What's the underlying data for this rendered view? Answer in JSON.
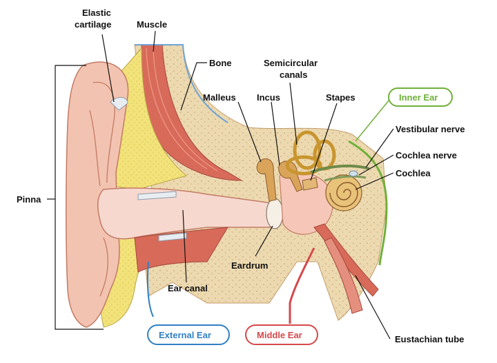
{
  "labels": {
    "elastic_cartilage_line1": "Elastic",
    "elastic_cartilage_line2": "cartilage",
    "muscle": "Muscle",
    "bone": "Bone",
    "semicircular_line1": "Semicircular",
    "semicircular_line2": "canals",
    "malleus": "Malleus",
    "incus": "Incus",
    "stapes": "Stapes",
    "inner_ear": "Inner Ear",
    "vestibular_nerve": "Vestibular nerve",
    "cochlea_nerve": "Cochlea nerve",
    "cochlea": "Cochlea",
    "pinna": "Pinna",
    "eardrum": "Eardrum",
    "ear_canal": "Ear canal",
    "external_ear": "External Ear",
    "middle_ear": "Middle Ear",
    "eustachian_tube": "Eustachian tube"
  },
  "colors": {
    "skin": "#f2c3b0",
    "skin_dark": "#d98d78",
    "fat": "#f2e27a",
    "bone": "#ecd9b0",
    "muscle": "#d86a5a",
    "canal": "#f6d8cf",
    "ossicle": "#d9a45a",
    "cochlea": "#e9c27a",
    "nerve": "#6f8a4a",
    "external_ear": "#2f7fc4",
    "middle_ear": "#d6474a",
    "inner_ear": "#6fb03a"
  }
}
